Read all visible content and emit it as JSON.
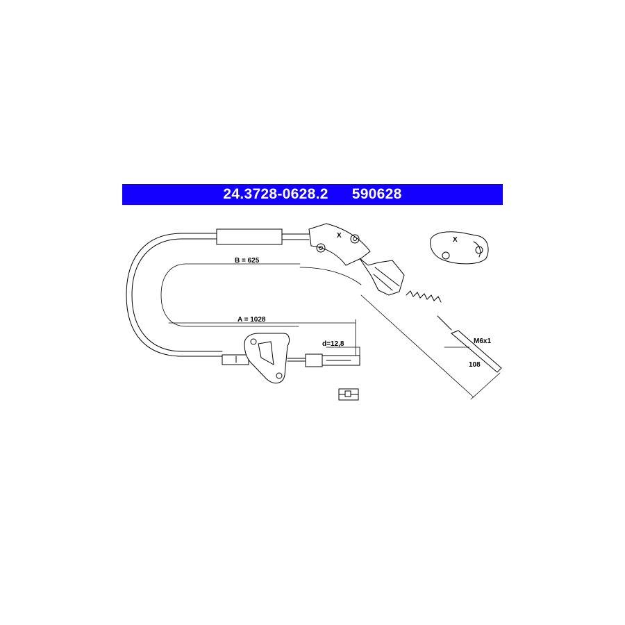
{
  "header": {
    "part_number": "24.3728-0628.2",
    "ref_number": "590628",
    "background": "#1400ff"
  },
  "dimensions": {
    "a_label": "A = 1028",
    "b_label": "B = 625",
    "d_label": "d=12,8",
    "thread_label": "M6x1",
    "thread_length": "108",
    "detail_marker": "X",
    "detail_marker_2": "X"
  }
}
